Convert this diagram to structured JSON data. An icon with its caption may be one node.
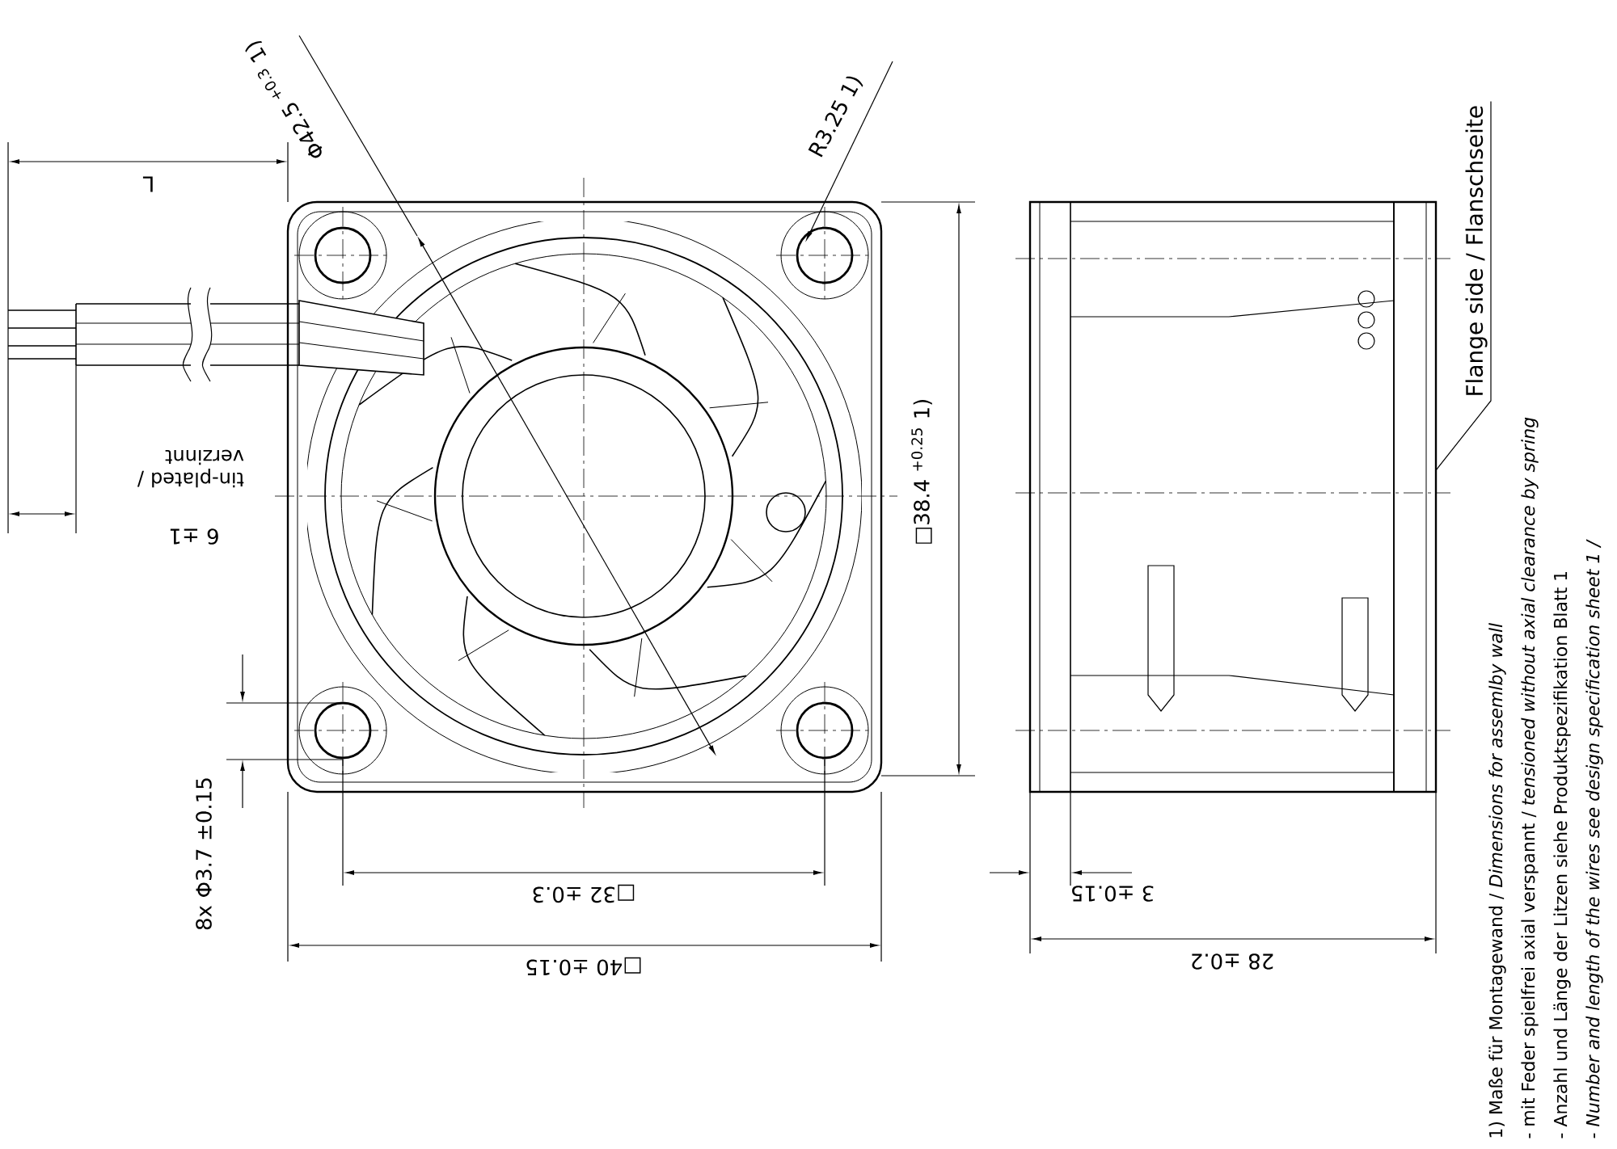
{
  "diagram": {
    "nodes": [
      {
        "text": [
          "Flange side / Flanschseite"
        ]
      },
      {
        "text": [],
        "shape": "box"
      }
    ],
    "edges": [
      {
        "from": 0,
        "to": 1,
        "arrow": "none"
      }
    ],
    "labels": [
      "L",
      "tin-plated / verzinnt",
      "6 ±1",
      "Φ42.5 $^{+0.3}$ 1)",
      "R3.25 1)",
      "□38.4 $^{+0.25}$ 1)",
      "8x Φ3.7 ±0.15",
      "□32 ±0.3",
      "□40 ±0.15",
      "3 ±0.15",
      "28 ±0.2",
      "1) Maße für Montagewand / *Dimensions for assemlby wall*",
      "- mit Feder spielfrei axial verspannt / *tensioned without axial clearance by spring*",
      "- Anzahl und Länge der Litzen siehe Produktspezifikation Blatt 1",
      "- Number and length of the wires see design specification sheet 1 /"
    ]
  }
}
